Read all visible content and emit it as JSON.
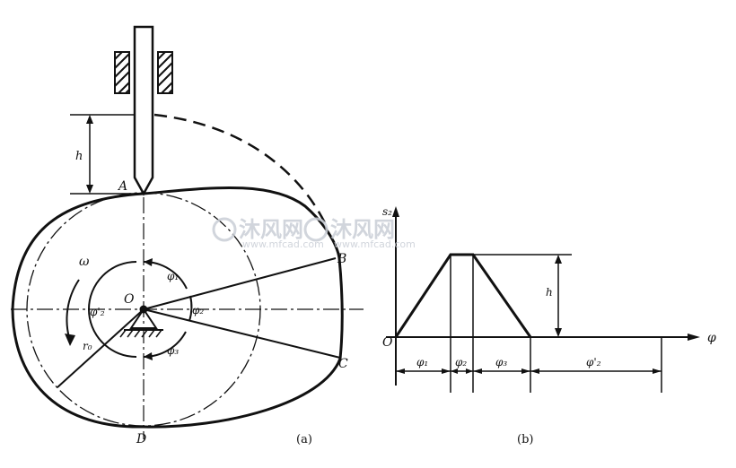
{
  "figure_a": {
    "point_a": "A",
    "point_b": "B",
    "point_c": "C",
    "point_d": "D",
    "center": "O",
    "rise_label": "h",
    "omega": "ω",
    "base_radius": "r₀",
    "angle_rise": "φ₁",
    "angle_far_dwell": "φ₂",
    "angle_return": "φ₃",
    "angle_near_dwell": "φ'₂",
    "caption": "(a)"
  },
  "figure_b": {
    "y_axis": "s₂",
    "x_axis": "φ",
    "origin": "O",
    "rise_label": "h",
    "seg_rise": "φ₁",
    "seg_far_dwell": "φ₂",
    "seg_return": "φ₃",
    "seg_near_dwell": "φ'₂",
    "caption": "(b)"
  },
  "watermark": {
    "brand1": "沐风网",
    "url1": "www.mfcad.com",
    "brand2": "沐风网",
    "url2": "www.mfcad.com"
  }
}
